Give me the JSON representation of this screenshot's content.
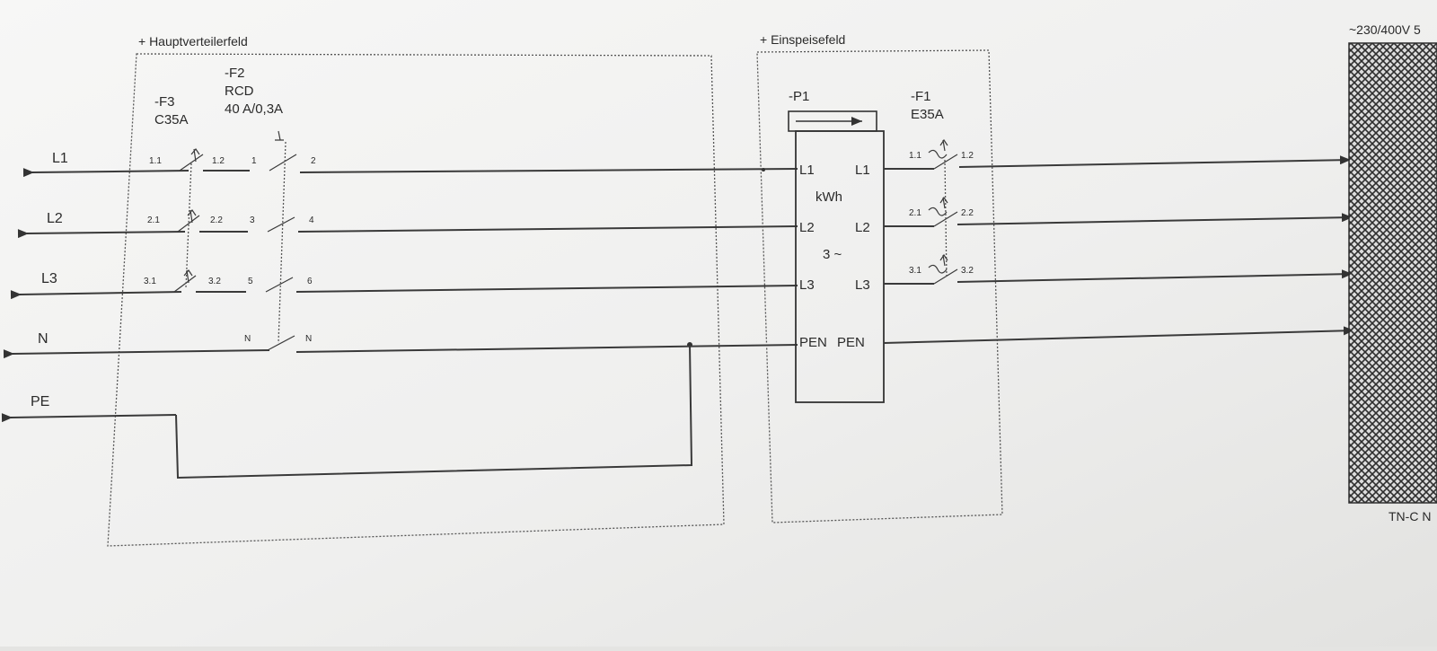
{
  "sections": {
    "distribution": {
      "label": "+ Hauptverteilerfeld"
    },
    "feed": {
      "label": "+ Einspeisefeld"
    }
  },
  "devices": {
    "f3": {
      "tag": "-F3",
      "rating": "C35A",
      "poles": [
        [
          "1.1",
          "1.2"
        ],
        [
          "2.1",
          "2.2"
        ],
        [
          "3.1",
          "3.2"
        ]
      ]
    },
    "f2": {
      "tag": "-F2",
      "type": "RCD",
      "rating": "40 A/0,3A",
      "poles": [
        [
          "1",
          "2"
        ],
        [
          "3",
          "4"
        ],
        [
          "5",
          "6"
        ],
        [
          "N",
          "N"
        ]
      ]
    },
    "p1": {
      "tag": "-P1",
      "unit": "kWh",
      "phase": "3 ~",
      "left_terminals": [
        "L1",
        "L2",
        "L3",
        "PEN"
      ],
      "right_terminals": [
        "L1",
        "L2",
        "L3",
        "PEN"
      ]
    },
    "f1": {
      "tag": "-F1",
      "rating": "E35A",
      "poles": [
        [
          "1.1",
          "1.2"
        ],
        [
          "2.1",
          "2.2"
        ],
        [
          "3.1",
          "3.2"
        ]
      ]
    }
  },
  "lines": [
    "L1",
    "L2",
    "L3",
    "N",
    "PE"
  ],
  "supply": {
    "voltage": "~230/400V 5",
    "system": "TN-C N"
  },
  "colors": {
    "paper": "#f4f4f3",
    "ink": "#3a3a3a",
    "hatch": "#2e2e2e"
  }
}
